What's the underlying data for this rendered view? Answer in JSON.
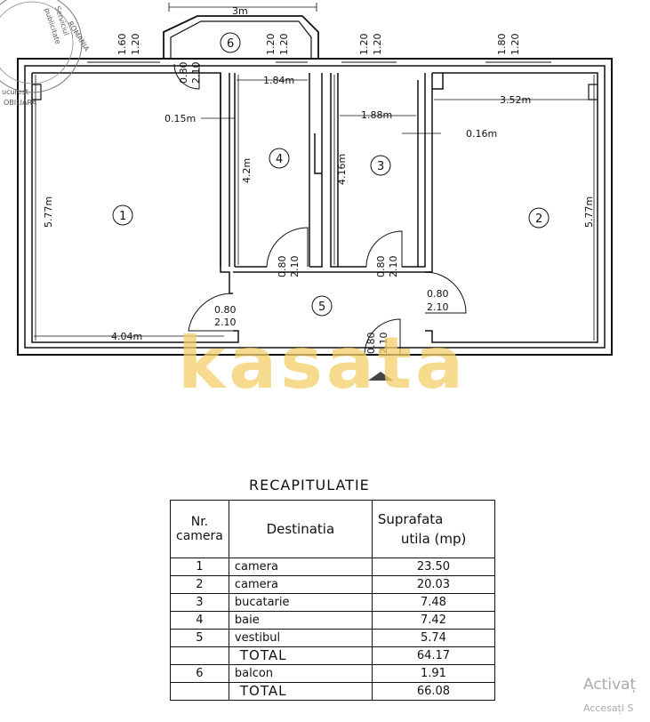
{
  "plan": {
    "dimensions": {
      "balcony_width": "3m",
      "window_left_h": "1.60",
      "window_left_w": "1.20",
      "window_mid_h": "1.20",
      "window_mid_w": "1.20",
      "window_c_h": "1.20",
      "window_c_w": "1.20",
      "window_right_h": "1.80",
      "window_right_w": "1.20",
      "door_balcony_w": "0.80",
      "door_balcony_h": "2.10",
      "room4_width": "1.84m",
      "wall_thickness": "0.15m",
      "room3_width": "1.88m",
      "room2_width": "3.52m",
      "wall_thickness_right": "0.16m",
      "room1_height": "5.77m",
      "room4_height": "4.2m",
      "room3_height": "4.16m",
      "room2_height": "5.77m",
      "room1_width": "4.04m",
      "door4_w": "0.80",
      "door4_h": "2.10",
      "door3_w": "0.80",
      "door3_h": "2.10",
      "door1_w": "0.80",
      "door1_h": "2.10",
      "door2_w": "0.80",
      "door2_h": "2.10",
      "entry_w": "0.80",
      "entry_h": "2.10"
    },
    "rooms": {
      "r1": "1",
      "r2": "2",
      "r3": "3",
      "r4": "4",
      "r5": "5",
      "r6": "6"
    },
    "stamp": {
      "line1": "ROMANIA",
      "line2": "publicitate",
      "line3": "Serviciul",
      "line4": "ucurest",
      "line5": "OBILIARA"
    }
  },
  "watermark": "kasata",
  "recap": {
    "title": "RECAPITULATIE",
    "headers": {
      "nr_line1": "Nr.",
      "nr_line2": "camera",
      "destinatia": "Destinatia",
      "suprafata_line1": "Suprafata",
      "suprafata_line2": "utila (mp)"
    },
    "rows": [
      {
        "nr": "1",
        "dest": "camera",
        "area": "23.50"
      },
      {
        "nr": "2",
        "dest": "camera",
        "area": "20.03"
      },
      {
        "nr": "3",
        "dest": "bucatarie",
        "area": "7.48"
      },
      {
        "nr": "4",
        "dest": "baie",
        "area": "7.42"
      },
      {
        "nr": "5",
        "dest": "vestibul",
        "area": "5.74"
      }
    ],
    "total1": {
      "label": "TOTAL",
      "area": "64.17"
    },
    "balcony": {
      "nr": "6",
      "dest": "balcon",
      "area": "1.91"
    },
    "total2": {
      "label": "TOTAL",
      "area": "66.08"
    }
  },
  "os_notice": {
    "title": "Activaț",
    "subtitle": "Accesați S"
  }
}
